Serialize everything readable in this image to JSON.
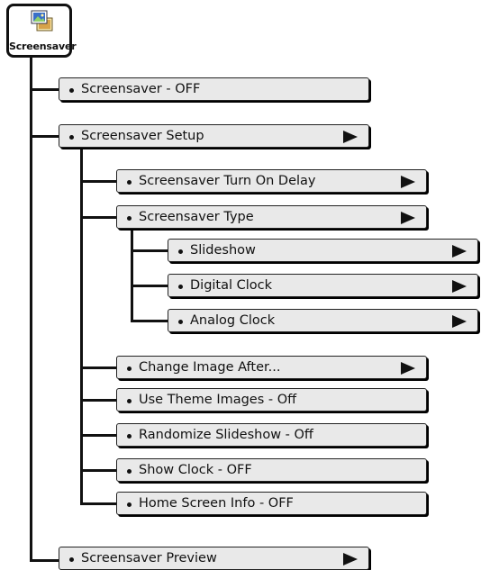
{
  "root": {
    "label": "Screensaver",
    "icon": "screensaver-icon"
  },
  "menu": {
    "screensaver_off": "Screensaver - OFF",
    "setup": {
      "label": "Screensaver Setup",
      "turn_on_delay": "Screensaver Turn On Delay",
      "type": {
        "label": "Screensaver Type",
        "slideshow": "Slideshow",
        "digital_clock": "Digital Clock",
        "analog_clock": "Analog Clock"
      },
      "change_image_after": "Change Image After...",
      "use_theme_images": "Use Theme Images - Off",
      "randomize_slideshow": "Randomize Slideshow - Off",
      "show_clock": "Show Clock - OFF",
      "home_screen_info": "Home Screen Info - OFF"
    },
    "preview": "Screensaver Preview"
  },
  "icons": {
    "submenu": "submenu-arrow-icon",
    "bullet": "bullet-icon"
  },
  "colors": {
    "box_fill": "#e9e9e9",
    "outline": "#111111"
  }
}
